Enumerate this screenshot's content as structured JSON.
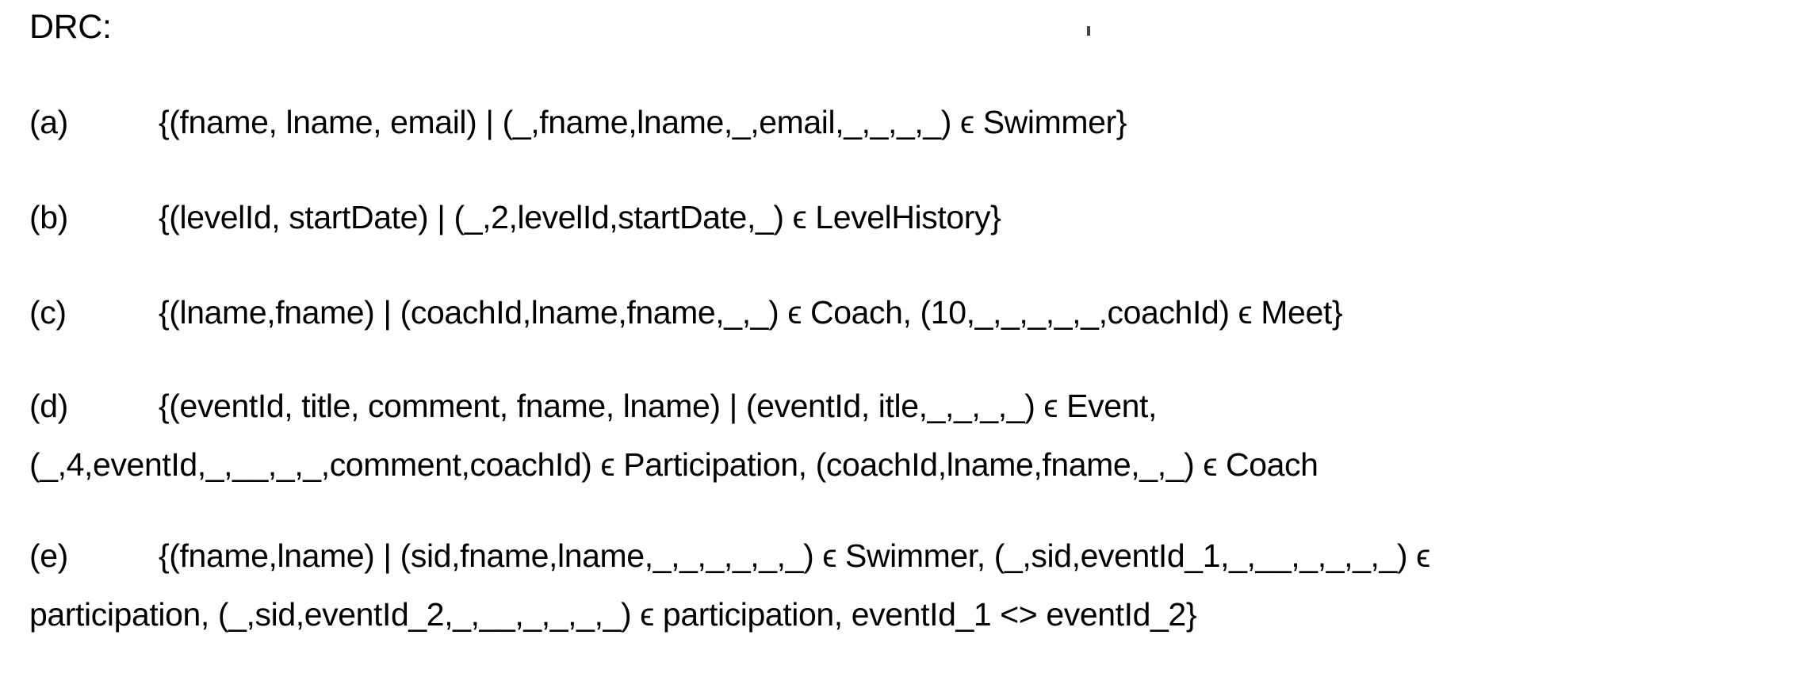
{
  "doc": {
    "title": "DRC:",
    "items": [
      {
        "label": "(a)",
        "lines": [
          "{(fname, lname, email) | (_,fname,lname,_,email,_,_,_,_) ϵ Swimmer}"
        ]
      },
      {
        "label": "(b)",
        "lines": [
          "{(levelId, startDate) | (_,2,levelId,startDate,_) ϵ LevelHistory}"
        ]
      },
      {
        "label": "(c)",
        "lines": [
          "{(lname,fname) | (coachId,lname,fname,_,_) ϵ Coach, (10,_,_,_,_,_,coachId) ϵ Meet}"
        ]
      },
      {
        "label": "(d)",
        "lines": [
          "{(eventId, title, comment, fname, lname) | (eventId, itle,_,_,_,_) ϵ Event,",
          "(_,4,eventId,_,__,_,_,comment,coachId) ϵ Participation, (coachId,lname,fname,_,_) ϵ Coach"
        ]
      },
      {
        "label": "(e)",
        "lines": [
          "{(fname,lname) | (sid,fname,lname,_,_,_,_,_,_) ϵ Swimmer, (_,sid,eventId_1,_,__,_,_,_,_) ϵ",
          "participation, (_,sid,eventId_2,_,__,_,_,_,_) ϵ participation, eventId_1 <> eventId_2}"
        ]
      }
    ],
    "colors": {
      "text": "#000000",
      "background": "#ffffff",
      "stray_mark": "#3e4a50"
    }
  }
}
